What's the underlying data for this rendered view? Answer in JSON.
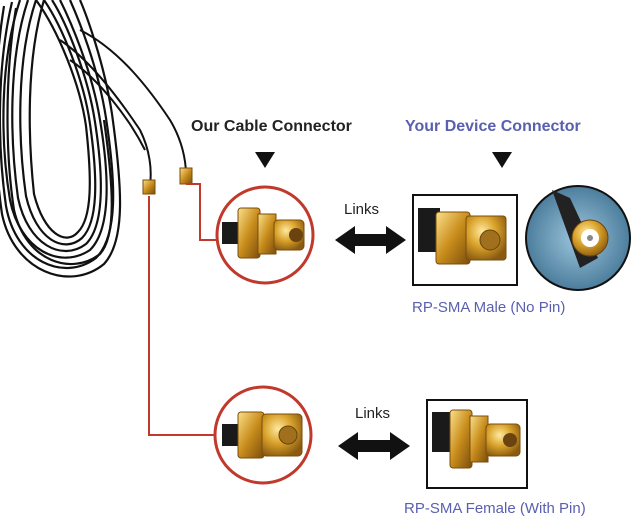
{
  "headers": {
    "our_cable": "Our Cable Connector",
    "your_device": "Your Device Connector"
  },
  "links_top": "Links",
  "links_bottom": "Links",
  "caption_male": "RP-SMA Male (No Pin)",
  "caption_female": "RP-SMA Female (With Pin)",
  "colors": {
    "leader_line": "#c0392b",
    "header_device": "#5a5fb0",
    "gold": "#d4a52a",
    "cable": "#111111"
  }
}
